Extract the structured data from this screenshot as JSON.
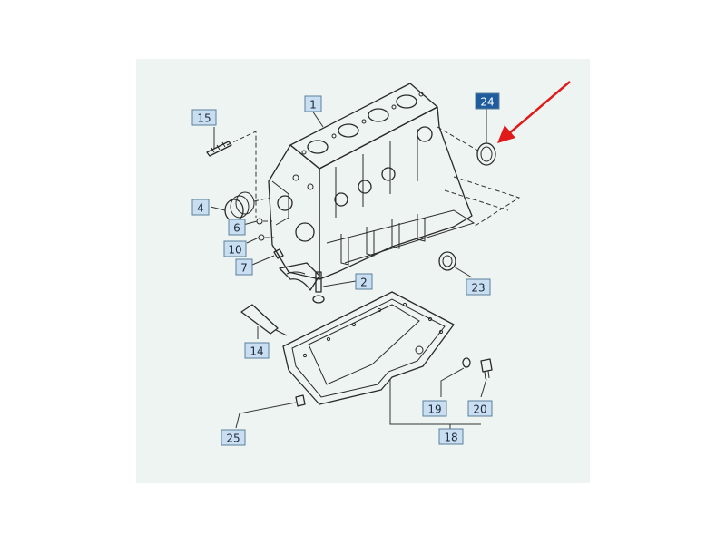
{
  "colors": {
    "page_background": "#ffffff",
    "panel_background": "#eef4f2",
    "label_fill": "#c9dff1",
    "label_border": "#5b7f9c",
    "label_text": "#1a2a3a",
    "highlight_fill": "#1e5c9e",
    "highlight_text": "#ffffff",
    "arrow": "#e01a1a",
    "line": "#2a2a2a"
  },
  "callouts": [
    {
      "id": "1",
      "highlighted": false
    },
    {
      "id": "2",
      "highlighted": false
    },
    {
      "id": "4",
      "highlighted": false
    },
    {
      "id": "6",
      "highlighted": false
    },
    {
      "id": "7",
      "highlighted": false
    },
    {
      "id": "10",
      "highlighted": false
    },
    {
      "id": "14",
      "highlighted": false
    },
    {
      "id": "15",
      "highlighted": false
    },
    {
      "id": "18",
      "highlighted": false
    },
    {
      "id": "19",
      "highlighted": false
    },
    {
      "id": "20",
      "highlighted": false
    },
    {
      "id": "23",
      "highlighted": false
    },
    {
      "id": "24",
      "highlighted": true
    },
    {
      "id": "25",
      "highlighted": false
    }
  ]
}
